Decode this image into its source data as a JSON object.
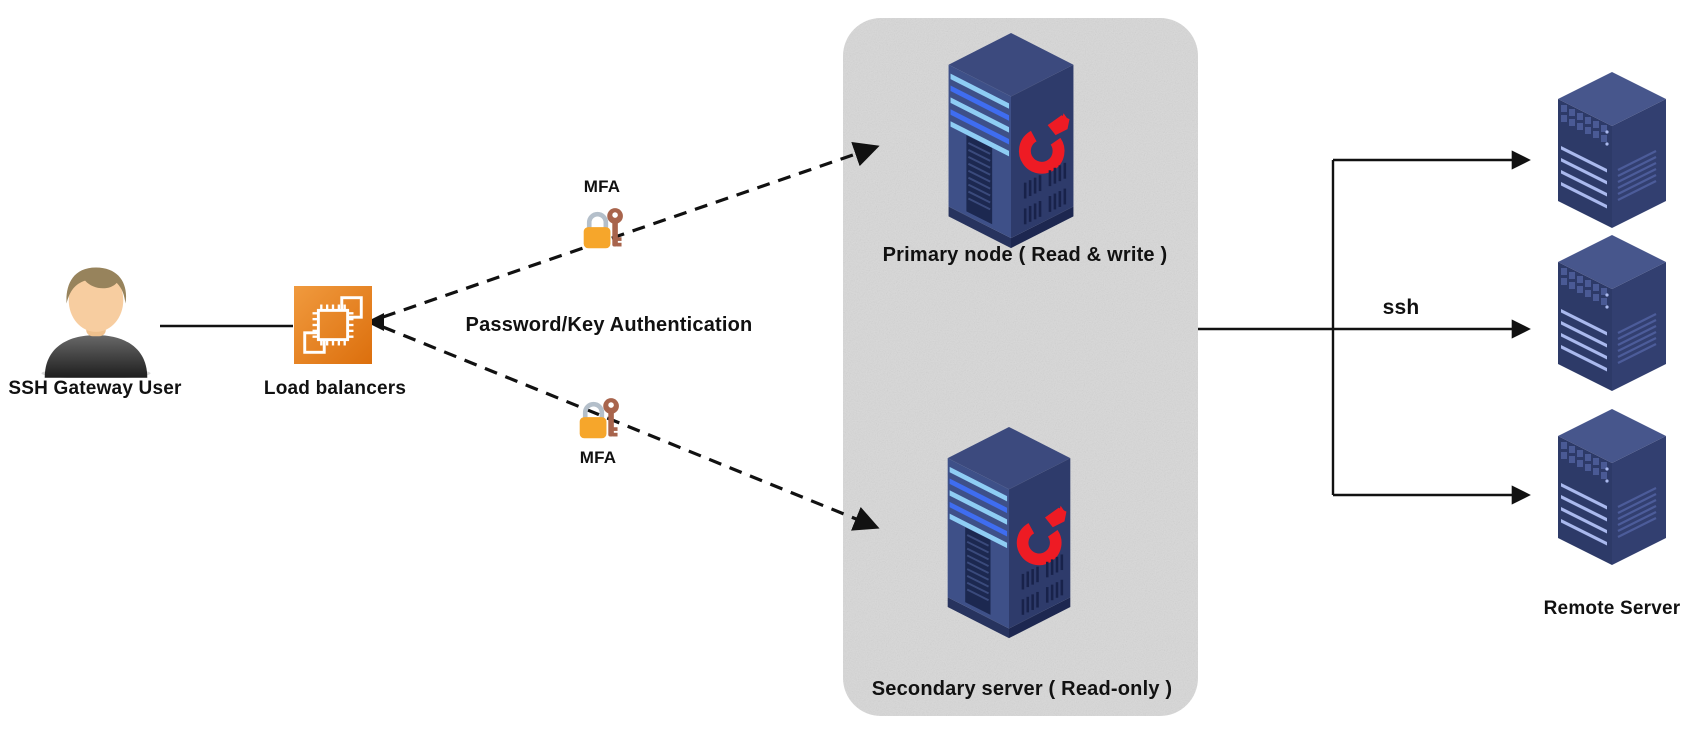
{
  "diagram": {
    "title": "SSH gateway load-balanced architecture diagram",
    "user": {
      "label": "SSH Gateway User",
      "icon": "person-icon"
    },
    "load_balancer": {
      "label": "Load balancers",
      "icon": "chip-icon"
    },
    "auth": {
      "label": "Password/Key Authentication",
      "mfa_top_label": "MFA",
      "mfa_bottom_label": "MFA",
      "icon": "lock-and-key-icon"
    },
    "cluster": {
      "primary": {
        "label": "Primary node ( Read & write )",
        "icon": "database-tower-icon"
      },
      "secondary": {
        "label": "Secondary server ( Read-only )",
        "icon": "database-tower-icon"
      }
    },
    "ssh_link": {
      "label": "ssh"
    },
    "remote": {
      "label": "Remote Server",
      "server_count": 3,
      "icon": "rack-server-icon"
    },
    "edges": [
      {
        "from": "user",
        "to": "load_balancer",
        "style": "solid"
      },
      {
        "from": "load_balancer",
        "to": "primary",
        "style": "dashed-double-arrow",
        "via": "MFA"
      },
      {
        "from": "load_balancer",
        "to": "secondary",
        "style": "dashed-double-arrow",
        "via": "MFA"
      },
      {
        "from": "cluster",
        "to": "remote_servers",
        "style": "solid-arrows",
        "label": "ssh"
      }
    ]
  },
  "labels": {
    "user": "SSH Gateway User",
    "lb": "Load balancers",
    "mfa_top": "MFA",
    "mfa_bottom": "MFA",
    "auth": "Password/Key Authentication",
    "primary": "Primary node ( Read & write )",
    "secondary": "Secondary server ( Read-only )",
    "ssh": "ssh",
    "remote": "Remote Server"
  },
  "colors": {
    "line_black": "#111111",
    "panel_gray": "#d8d8d8",
    "lb_orange_light": "#f09a3e",
    "lb_orange_dark": "#dc6f0d",
    "tower_top": "#3c4a7e",
    "tower_left": "#3e5088",
    "tower_right": "#2e3b6b",
    "tower_inset": "#1c2850",
    "stripe_blue": "#3f6df0",
    "stripe_cyan": "#8ecdf4",
    "logo_red": "#ee1b24",
    "remote_top": "#47568c",
    "remote_front": "#2d3a68",
    "remote_side": "#323f70",
    "remote_light": "#aab9ee",
    "remote_grid": "#4a5a95",
    "skin": "#f7cda0",
    "hair": "#97835c",
    "body_gray_top": "#6a6a6a",
    "body_gray_bottom": "#1e1e1e",
    "lock_amber": "#f6a62b",
    "key_brown": "#a8644c",
    "shackle_gray": "#b4bfca"
  }
}
